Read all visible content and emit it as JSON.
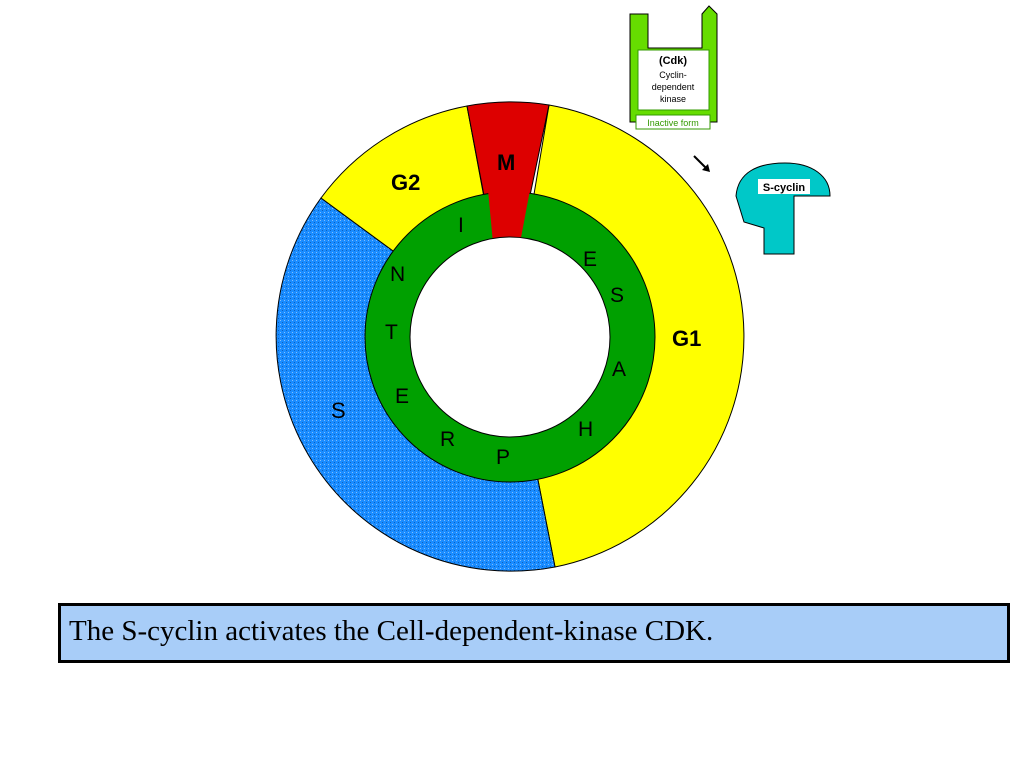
{
  "colors": {
    "g1": "#ffff00",
    "g2": "#ffff00",
    "s": "#1a8cff",
    "m": "#dd0000",
    "interphase": "#00a000",
    "cdk": "#66dd00",
    "cyclin": "#00c8c8",
    "caption_bg": "#a8cdf8"
  },
  "phases": {
    "g1": "G1",
    "g2": "G2",
    "s": "S",
    "m": "M"
  },
  "interphase_letters": [
    "I",
    "N",
    "T",
    "E",
    "R",
    "P",
    "H",
    "A",
    "S",
    "E"
  ],
  "cdk": {
    "line1": "(Cdk)",
    "line2": "Cyclin-",
    "line3": "dependent",
    "line4": "kinase",
    "state": "Inactive form"
  },
  "cyclin": {
    "label": "S-cyclin"
  },
  "arrow_icon": "arrow-down-right-icon",
  "caption": "The S-cyclin activates the Cell-dependent-kinase CDK."
}
